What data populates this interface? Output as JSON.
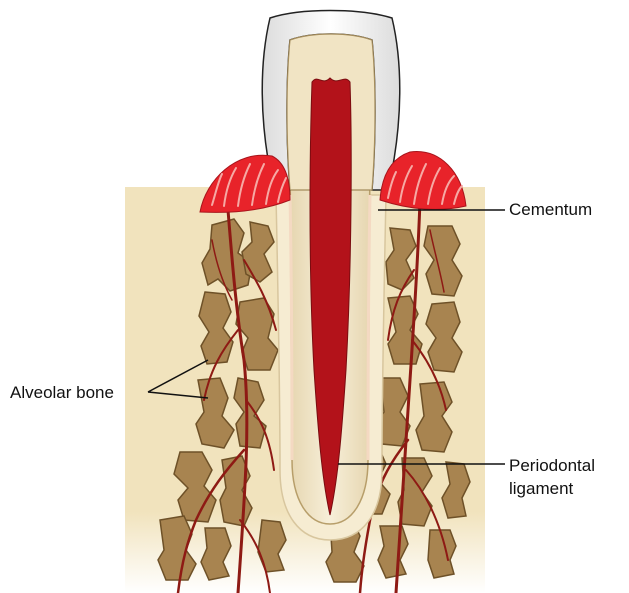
{
  "labels": {
    "cementum": "Cementum",
    "alveolar_bone": "Alveolar bone",
    "periodontal_ligament_line1": "Periodontal",
    "periodontal_ligament_line2": "ligament"
  },
  "colors": {
    "bone_background": "#f1e3bd",
    "bone_trabeculae": "#a88450",
    "bone_shadow": "#6e5128",
    "blood_vessel": "#8e1a14",
    "gingiva": "#e8232a",
    "gingiva_light": "#f6a9a4",
    "enamel": "#f3f3f3",
    "dentin": "#efe2c2",
    "pulp": "#b3121a",
    "leader_line": "#111111"
  }
}
